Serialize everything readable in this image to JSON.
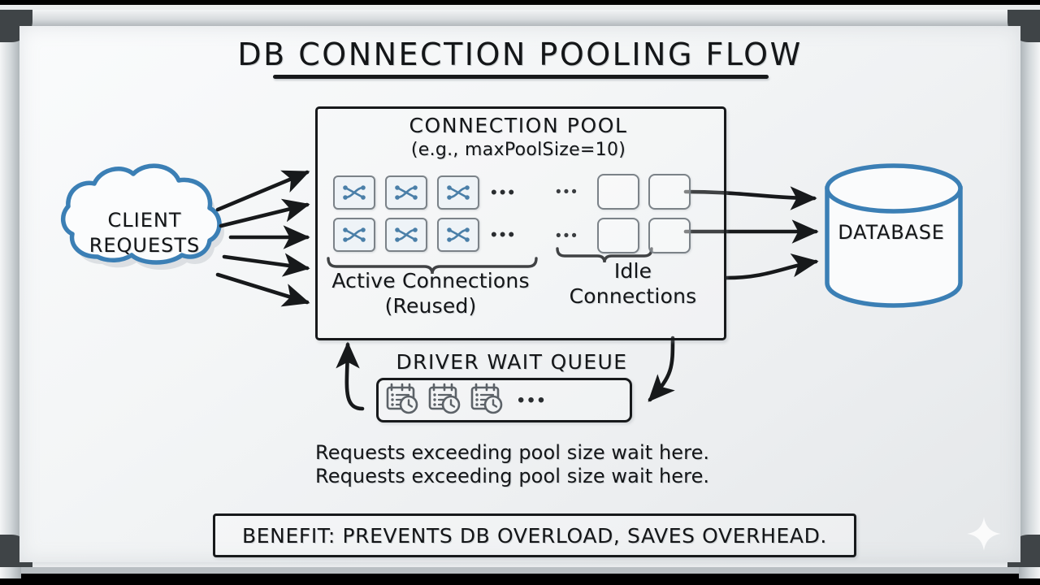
{
  "diagram": {
    "title": "DB CONNECTION POOLING FLOW",
    "colors": {
      "ink": "#141618",
      "accent_blue": "#3b7fb5",
      "icon_blue": "#4a7fa8",
      "box_grey": "#7b8288",
      "board": "#f3f5f6",
      "frame": "#cdd2d5",
      "corner": "#3f4447"
    },
    "client": {
      "label_line1": "CLIENT",
      "label_line2": "REQUESTS",
      "shape": "cloud",
      "arrows_out": 5
    },
    "pool": {
      "title": "CONNECTION POOL",
      "subtitle": "(e.g., maxPoolSize=10)",
      "active": {
        "label_line1": "Active Connections",
        "label_line2": "(Reused)",
        "rows": [
          {
            "boxes": 3,
            "icon": "shuffle-icon",
            "trailing": "•••"
          },
          {
            "boxes": 3,
            "icon": "shuffle-icon",
            "trailing": "•••"
          }
        ]
      },
      "idle": {
        "label_line1": "Idle",
        "label_line2": "Connections",
        "rows": [
          {
            "leading": "•••",
            "boxes": 2
          },
          {
            "leading": "•••",
            "boxes": 2
          }
        ]
      }
    },
    "database": {
      "label": "DATABASE",
      "shape": "cylinder",
      "arrows_in": 3
    },
    "queue": {
      "title": "DRIVER WAIT QUEUE",
      "items": [
        {
          "icon": "calendar-clock-icon"
        },
        {
          "icon": "calendar-clock-icon"
        },
        {
          "icon": "calendar-clock-icon"
        }
      ],
      "trailing": "•••",
      "notes": [
        "Requests exceeding pool size wait here.",
        "Requests exceeding pool size wait here."
      ]
    },
    "benefit": {
      "text": "BENEFIT: PREVENTS DB OVERLOAD, SAVES OVERHEAD."
    },
    "watermark": {
      "icon": "sparkle-icon"
    }
  }
}
